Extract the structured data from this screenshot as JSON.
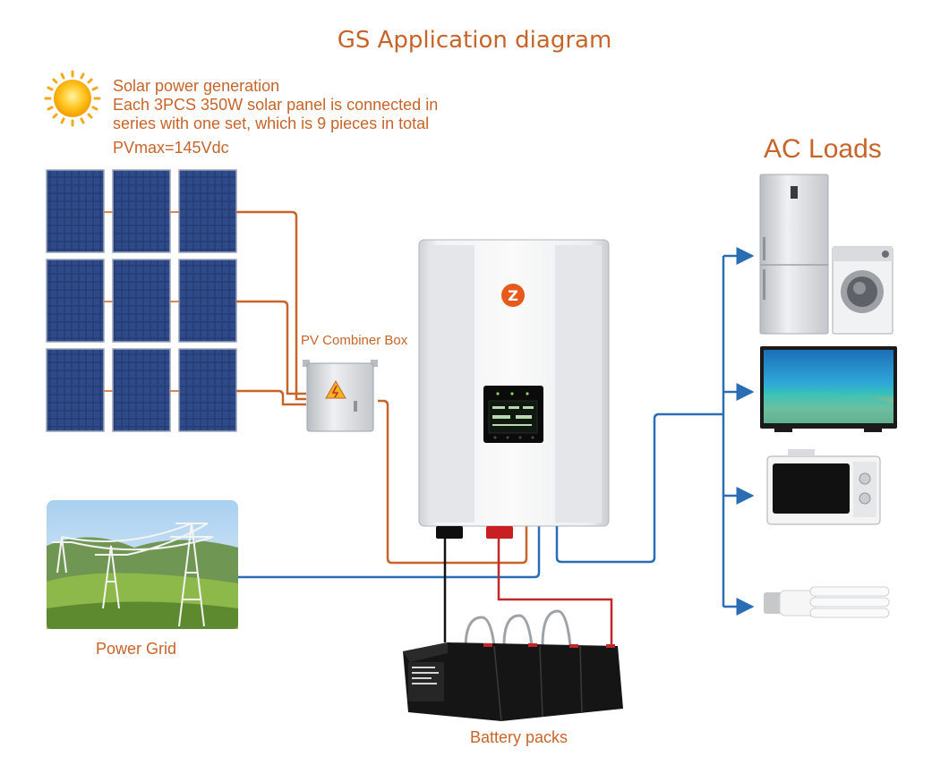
{
  "title": "GS Application diagram",
  "solar": {
    "heading": "Solar power generation",
    "line1": "Each 3PCS 350W solar panel is connected in",
    "line2": "series with one set, which is 9 pieces in total",
    "pvmax": "PVmax=145Vdc"
  },
  "combiner_label": "PV Combiner Box",
  "ac_loads_label": "AC Loads",
  "power_grid_label": "Power Grid",
  "battery_label": "Battery packs",
  "colors": {
    "label_orange": "#c8642a",
    "pv_wire": "#c8642a",
    "ac_wire": "#2a6db5",
    "battery_pos": "#c0282a",
    "battery_neg": "#111111"
  },
  "icons": [
    "sun-icon",
    "solar-panel",
    "combiner-box",
    "inverter",
    "power-grid-photo",
    "battery-pack",
    "fridge-icon",
    "washing-machine-icon",
    "tv-icon",
    "microwave-icon",
    "cfl-bulb-icon"
  ]
}
